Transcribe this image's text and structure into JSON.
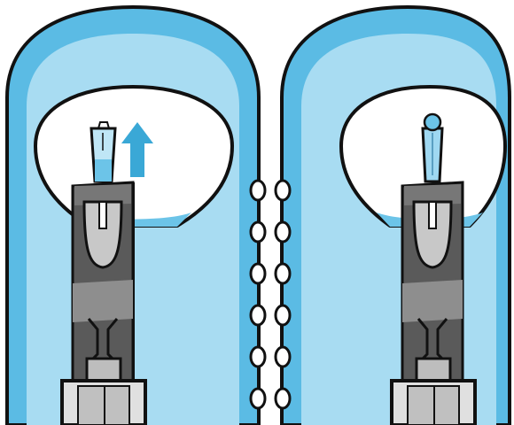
{
  "illustration": {
    "panels": [
      {
        "id": "left",
        "state": "air-bubble-rising",
        "icons": [
          "blister-pocket",
          "needle-cap",
          "up-arrow-icon"
        ]
      },
      {
        "id": "right",
        "state": "droplet-at-tip",
        "icons": [
          "blister-pocket",
          "needle-cap",
          "droplet-icon"
        ]
      }
    ],
    "colors": {
      "outline": "#111111",
      "blue_dark": "#5bbbe4",
      "blue_light": "#a8dcf2",
      "liquid": "#6cc4e8",
      "arrow": "#3aa8d6",
      "device_dark": "#5a5a5a",
      "device_mid": "#8e8e8e",
      "device_light": "#c8c8c8",
      "window": "#ffffff"
    }
  }
}
